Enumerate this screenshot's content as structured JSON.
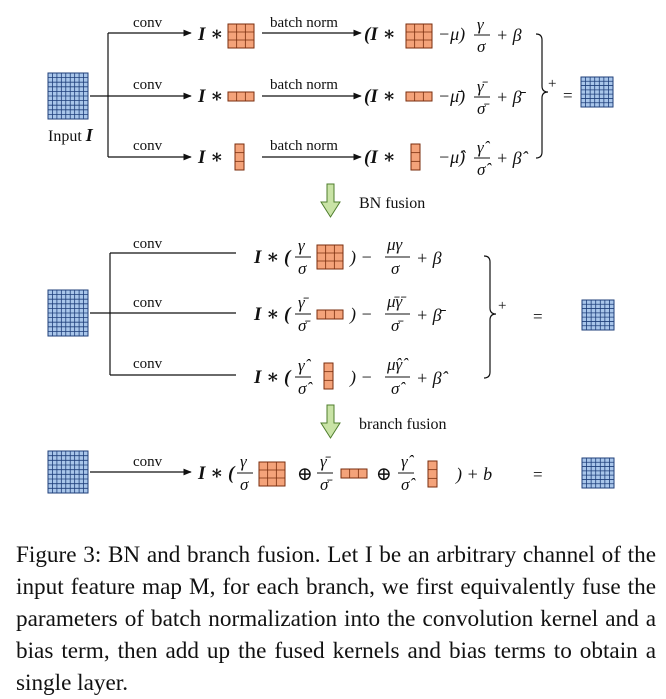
{
  "stage1": {
    "input_label": "Input",
    "input_symbol": "I",
    "branches": [
      {
        "op_label": "conv",
        "bn_label": "batch norm",
        "lhs": "I ∗",
        "mid_open": "(I ∗",
        "minus": "−μ)",
        "gamma": "γ",
        "sigma": "σ",
        "plus_beta": "+ β"
      },
      {
        "op_label": "conv",
        "bn_label": "batch norm",
        "lhs": "I ∗",
        "mid_open": "(I ∗",
        "minus": "−μ̄)",
        "gamma": "γ̄",
        "sigma": "σ̄",
        "plus_beta": "+ β̄"
      },
      {
        "op_label": "conv",
        "bn_label": "batch norm",
        "lhs": "I ∗",
        "mid_open": "(I ∗",
        "minus": "−μ̂)",
        "gamma": "γ̂",
        "sigma": "σ̂",
        "plus_beta": "+ β̂"
      }
    ],
    "sum_plus": "+",
    "equals": "="
  },
  "fusion1_label": "BN fusion",
  "stage2": {
    "branches": [
      {
        "op_label": "conv",
        "lhs": "I ∗ (",
        "gamma": "γ",
        "sigma": "σ",
        "close": ") −",
        "num": "μγ",
        "den": "σ",
        "plus_beta": "+ β"
      },
      {
        "op_label": "conv",
        "lhs": "I ∗ (",
        "gamma": "γ̄",
        "sigma": "σ̄",
        "close": ") −",
        "num": "μ̄γ̄",
        "den": "σ̄",
        "plus_beta": "+ β̄"
      },
      {
        "op_label": "conv",
        "lhs": "I ∗ (",
        "gamma": "γ̂",
        "sigma": "σ̂",
        "close": ") −",
        "num": "μ̂γ̂",
        "den": "σ̂",
        "plus_beta": "+ β̂"
      }
    ],
    "sum_plus": "+",
    "equals": "="
  },
  "fusion2_label": "branch fusion",
  "stage3": {
    "op_label": "conv",
    "lhs": "I ∗ (",
    "g1": "γ",
    "s1": "σ",
    "oplus1": "⊕",
    "g2": "γ̄",
    "s2": "σ̄",
    "oplus2": "⊕",
    "g3": "γ̂",
    "s3": "σ̂",
    "tail": ") + b",
    "equals": "="
  },
  "caption": {
    "label": "Figure 3:",
    "text": "BN and branch fusion. Let I be an arbitrary channel of the input feature map M, for each branch, we first equivalently fuse the parameters of batch normalization into the convolution kernel and a bias term, then add up the fused kernels and bias terms to obtain a single layer."
  },
  "colors": {
    "feature_map_fill": "#a9c6ea",
    "feature_map_line": "#1f3f7a",
    "kernel_fill": "#f4a37a",
    "kernel_line": "#7a2e0e",
    "arrow_fill": "#c9e3a6",
    "arrow_line": "#4e7d2c"
  }
}
